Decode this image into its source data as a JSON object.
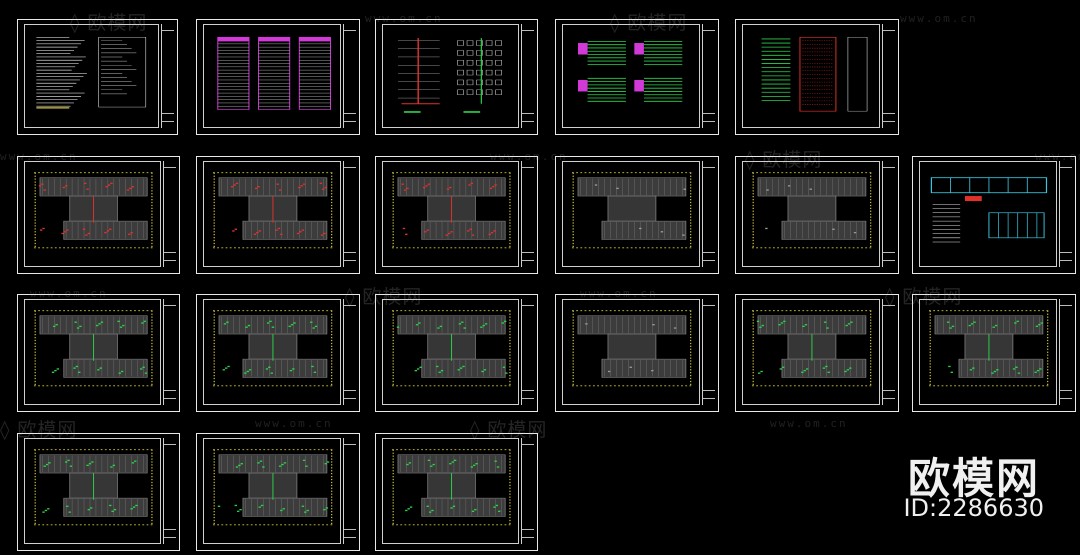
{
  "brand": {
    "name": "欧模网",
    "id": "ID:2286630"
  },
  "watermark": {
    "cn": "欧模网",
    "url": "www.om.cn"
  },
  "colors": {
    "background": "#000000",
    "frame": "#e8e8e8",
    "wall": "#d4c63a",
    "red": "#e0322b",
    "green": "#2bd24a",
    "magenta": "#d23ad8",
    "cyan": "#36c6e0"
  },
  "sheets": [
    {
      "kind": "notes"
    },
    {
      "kind": "tables"
    },
    {
      "kind": "riser"
    },
    {
      "kind": "wiring"
    },
    {
      "kind": "panel"
    },
    {
      "kind": "plan-red"
    },
    {
      "kind": "plan-red"
    },
    {
      "kind": "plan-red"
    },
    {
      "kind": "plan-grey"
    },
    {
      "kind": "plan-grey"
    },
    {
      "kind": "plan-detail"
    },
    {
      "kind": "plan-green"
    },
    {
      "kind": "plan-green"
    },
    {
      "kind": "plan-green"
    },
    {
      "kind": "plan-grey"
    },
    {
      "kind": "plan-green"
    },
    {
      "kind": "plan-green"
    },
    {
      "kind": "plan-green"
    },
    {
      "kind": "plan-green"
    },
    {
      "kind": "plan-green"
    }
  ]
}
